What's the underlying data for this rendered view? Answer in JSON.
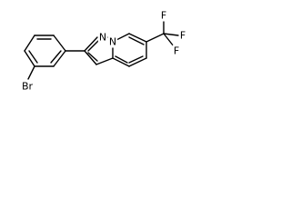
{
  "molecule": {
    "atoms": {
      "n1": "N",
      "n2": "N",
      "br": "Br",
      "f1": "F",
      "f2": "F",
      "f3": "F"
    }
  }
}
